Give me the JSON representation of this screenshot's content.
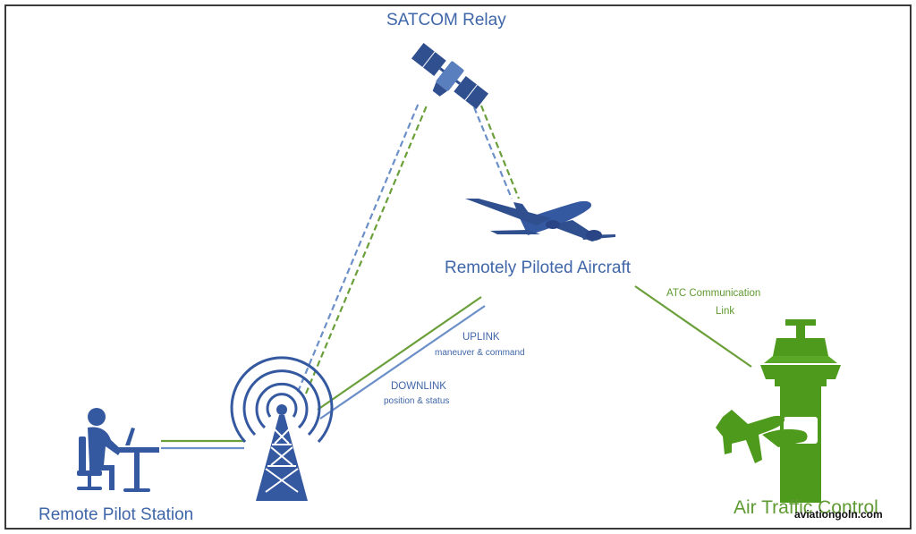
{
  "colors": {
    "blue": "#3f66a8",
    "blue_dark": "#2f4f8f",
    "blue_light": "#6b8fc8",
    "green": "#5f9a32",
    "green_tower": "#4d9a1c"
  },
  "nodes": {
    "satellite": {
      "label": "SATCOM Relay",
      "icon": "satellite-icon"
    },
    "aircraft": {
      "label": "Remotely Piloted Aircraft",
      "icon": "airplane-icon"
    },
    "pilot_station": {
      "label": "Remote Pilot Station",
      "icon": "pilot-at-desk-icon"
    },
    "antenna": {
      "icon": "radio-tower-icon"
    },
    "atc": {
      "label": "Air Traffic Control",
      "icon": "control-tower-icon"
    }
  },
  "links": {
    "uplink": {
      "title": "UPLINK",
      "detail": "maneuver & command"
    },
    "downlink": {
      "title": "DOWNLINK",
      "detail": "position & status"
    },
    "atc_link": {
      "line1": "ATC Communication",
      "line2": "Link"
    }
  },
  "watermark": "aviationgoln.com"
}
